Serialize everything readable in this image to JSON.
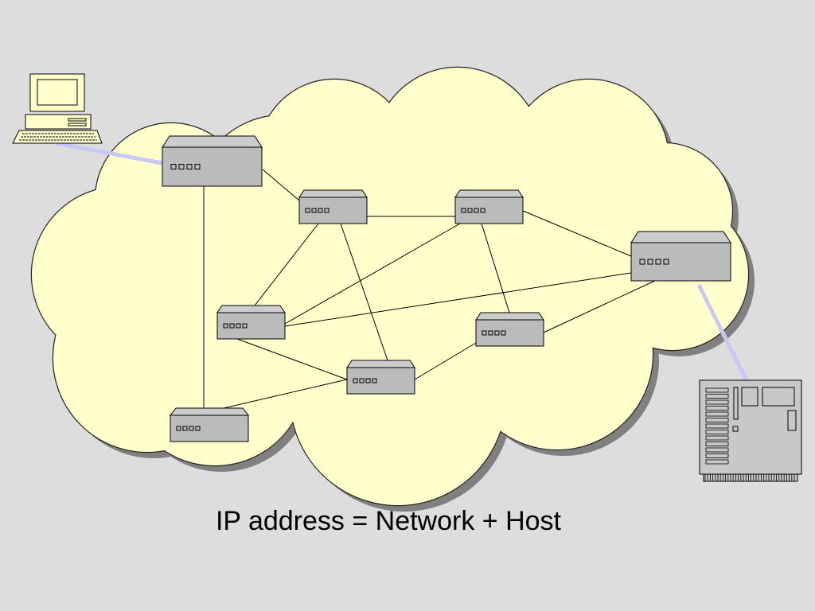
{
  "caption": "IP address = Network + Host",
  "colors": {
    "background": "#dddddd",
    "cloud_fill": "#ffffcc",
    "cloud_shadow": "#808080",
    "router_fill": "#bbbbbb",
    "router_top": "#cccccc",
    "host_link": "#c8c8f4"
  },
  "nodes": [
    {
      "id": "host-computer",
      "kind": "computer",
      "icon": "desktop-computer-icon"
    },
    {
      "id": "server",
      "kind": "server",
      "icon": "server-tower-icon"
    },
    {
      "id": "router-1",
      "kind": "router",
      "icon": "router-icon"
    },
    {
      "id": "router-2",
      "kind": "router",
      "icon": "router-icon"
    },
    {
      "id": "router-3",
      "kind": "router",
      "icon": "router-icon"
    },
    {
      "id": "router-4",
      "kind": "router",
      "icon": "router-icon"
    },
    {
      "id": "router-5",
      "kind": "router",
      "icon": "router-icon"
    },
    {
      "id": "router-6",
      "kind": "router",
      "icon": "router-icon"
    },
    {
      "id": "router-7",
      "kind": "router",
      "icon": "router-icon"
    },
    {
      "id": "router-8",
      "kind": "router",
      "icon": "router-icon"
    }
  ],
  "links": [
    {
      "from": "host-computer",
      "to": "router-1",
      "type": "access"
    },
    {
      "from": "server",
      "to": "router-4",
      "type": "access"
    },
    {
      "from": "router-1",
      "to": "router-2",
      "type": "network"
    },
    {
      "from": "router-1",
      "to": "router-8",
      "type": "network"
    },
    {
      "from": "router-2",
      "to": "router-3",
      "type": "network"
    },
    {
      "from": "router-2",
      "to": "router-5",
      "type": "network"
    },
    {
      "from": "router-2",
      "to": "router-6",
      "type": "network"
    },
    {
      "from": "router-3",
      "to": "router-4",
      "type": "network"
    },
    {
      "from": "router-3",
      "to": "router-5",
      "type": "network"
    },
    {
      "from": "router-3",
      "to": "router-7",
      "type": "network"
    },
    {
      "from": "router-4",
      "to": "router-5",
      "type": "network"
    },
    {
      "from": "router-4",
      "to": "router-7",
      "type": "network"
    },
    {
      "from": "router-5",
      "to": "router-6",
      "type": "network"
    },
    {
      "from": "router-6",
      "to": "router-7",
      "type": "network"
    },
    {
      "from": "router-6",
      "to": "router-8",
      "type": "network"
    }
  ]
}
